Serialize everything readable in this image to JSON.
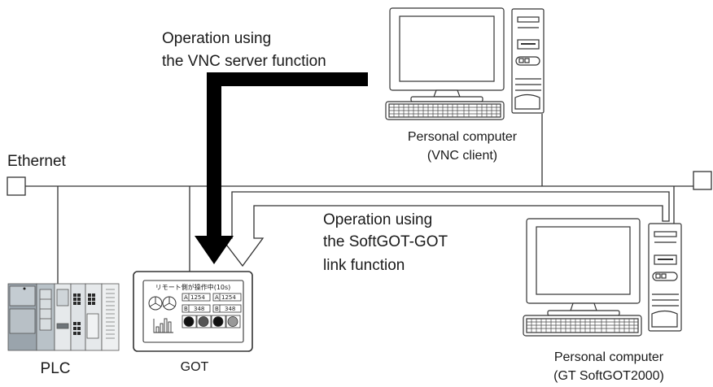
{
  "network": {
    "label": "Ethernet"
  },
  "vnc_operation": {
    "line1": "Operation using",
    "line2": "the VNC server function"
  },
  "softgot_operation": {
    "line1": "Operation using",
    "line2": "the SoftGOT-GOT",
    "line3": "link function"
  },
  "pc_vnc": {
    "line1": "Personal computer",
    "line2": "(VNC client)"
  },
  "pc_softgot": {
    "line1": "Personal computer",
    "line2": "(GT SoftGOT2000)"
  },
  "plc": {
    "label": "PLC"
  },
  "got": {
    "label": "GOT",
    "screen_title": "リモート側が操作中(10s)",
    "row1": {
      "a_label": "A",
      "a_value": "1254",
      "b_label": "A",
      "b_value": "1254"
    },
    "row2": {
      "a_label": "B",
      "a_value": "348",
      "b_label": "B",
      "b_value": "348"
    }
  }
}
